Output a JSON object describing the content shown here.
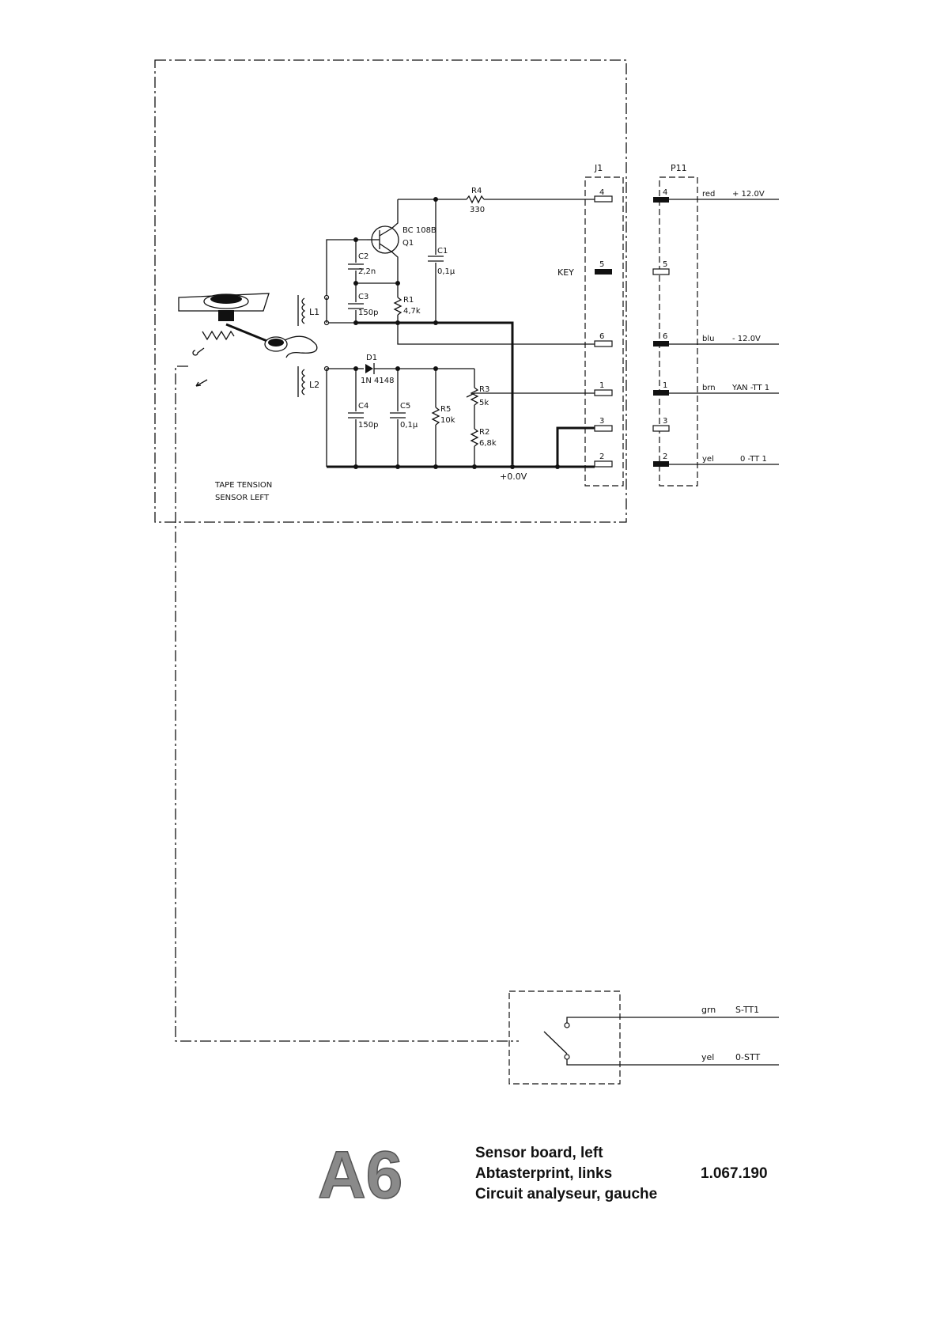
{
  "sensor_label": [
    "TAPE TENSION",
    "SENSOR LEFT"
  ],
  "components": {
    "transistor": [
      "BC 108B",
      "Q1"
    ],
    "r4": [
      "R4",
      "330"
    ],
    "c1": [
      "C1",
      "0,1µ"
    ],
    "c2": [
      "C2",
      "2,2n"
    ],
    "c3": [
      "C3",
      "150p"
    ],
    "r1": [
      "R1",
      "4,7k"
    ],
    "l1": "L1",
    "l2": "L2",
    "d1": [
      "D1",
      "1N 4148"
    ],
    "c4": [
      "C4",
      "150p"
    ],
    "c5": [
      "C5",
      "0,1µ"
    ],
    "r5": [
      "R5",
      "10k"
    ],
    "r3": [
      "R3",
      "5k"
    ],
    "r2": [
      "R2",
      "6,8k"
    ],
    "ground": "+0.0V"
  },
  "connector_j1": {
    "name": "J1",
    "key_label": "KEY",
    "pins": [
      "4",
      "5",
      "6",
      "1",
      "3",
      "2"
    ]
  },
  "connector_p11": {
    "name": "P11",
    "pins": [
      "4",
      "5",
      "6",
      "1",
      "3",
      "2"
    ],
    "wires": [
      {
        "color": "red",
        "signal": "+ 12.0V"
      },
      {
        "color": "blu",
        "signal": "- 12.0V"
      },
      {
        "color": "brn",
        "signal": "YAN -TT 1"
      },
      {
        "color": "yel",
        "signal": "0 -TT 1"
      }
    ]
  },
  "switch_wires": [
    {
      "color": "grn",
      "signal": "S-TT1"
    },
    {
      "color": "yel",
      "signal": "0-STT"
    }
  ],
  "title_block": {
    "code": "A6",
    "lines": [
      "Sensor board, left",
      "Abtasterprint, links",
      "Circuit analyseur, gauche"
    ],
    "part_number": "1.067.190"
  },
  "colors": {
    "ink": "#111111",
    "logo_fill": "#8a8a8a"
  }
}
